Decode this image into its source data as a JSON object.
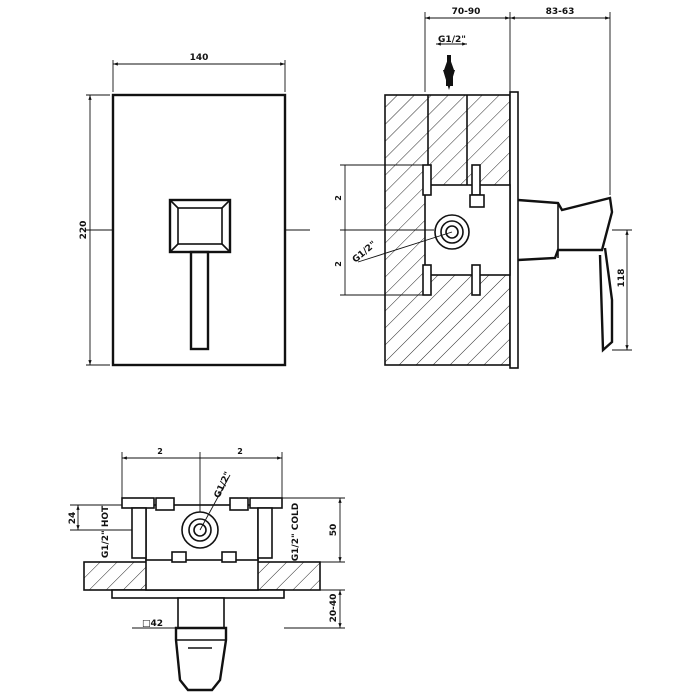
{
  "front_view": {
    "width_label": "140",
    "height_label": "220"
  },
  "side_view": {
    "depth_label": "70-90",
    "lever_reach_label": "83-63",
    "outlet_label": "G1/2\"",
    "inlet_label": "G1/2\"",
    "lever_height_label": "118",
    "tick_mark": "2"
  },
  "top_view": {
    "center_label": "G1/2\"",
    "hot_label": "G1/2\" HOT",
    "cold_label": "G1/2\" COLD",
    "offset_label": "24",
    "body_height_label": "50",
    "plate_depth_label": "20-40",
    "handle_size_label": "□42",
    "tick_mark": "2"
  }
}
